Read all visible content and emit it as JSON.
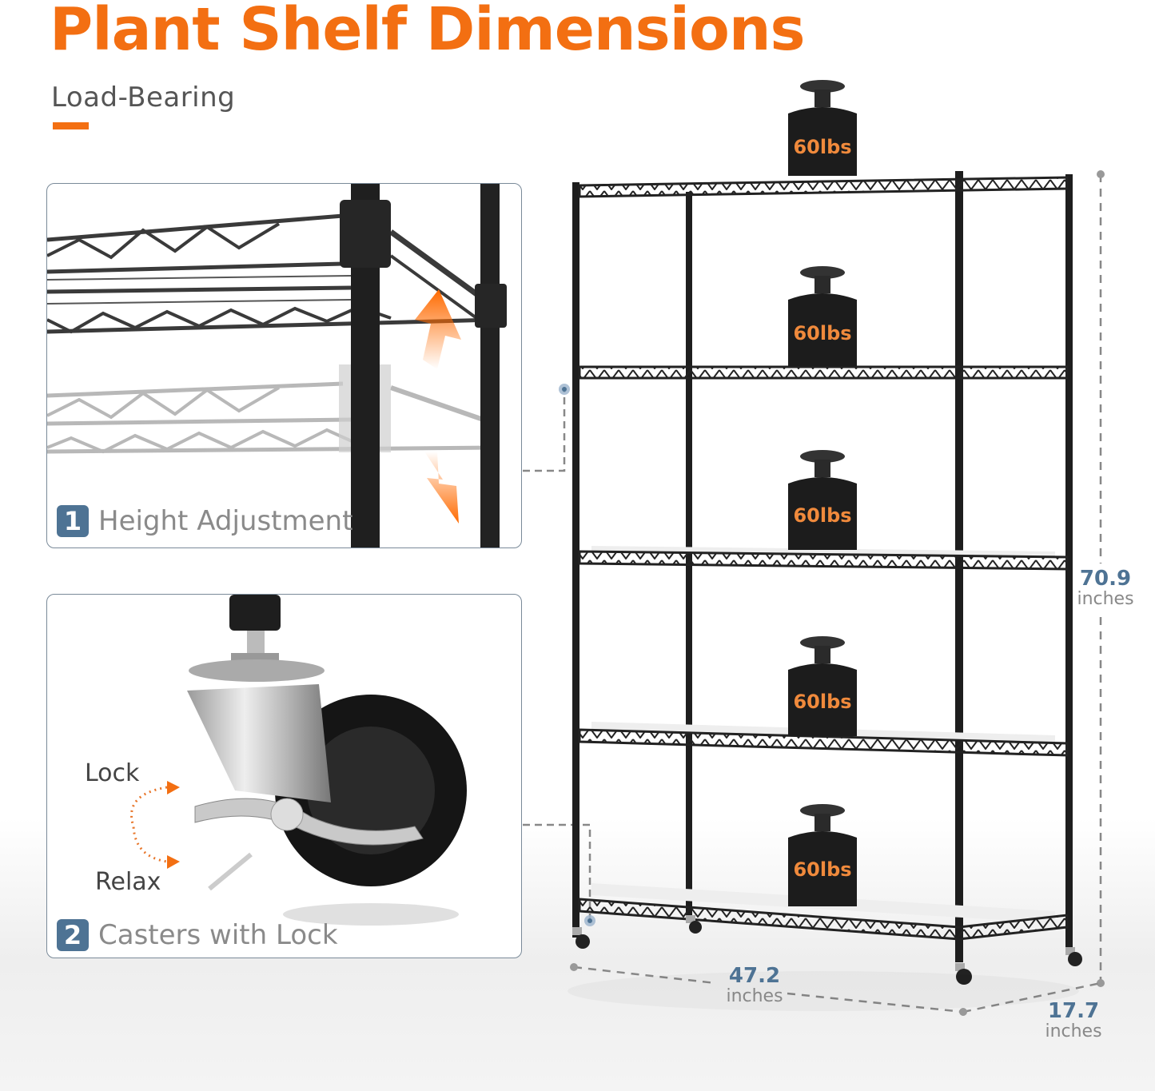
{
  "header": {
    "title": "Plant Shelf Dimensions",
    "subtitle": "Load-Bearing"
  },
  "features": [
    {
      "number": "1",
      "label": "Height Adjustment"
    },
    {
      "number": "2",
      "label": "Casters with Lock",
      "annotations": {
        "lock": "Lock",
        "relax": "Relax"
      }
    }
  ],
  "shelf": {
    "tiers": 5,
    "weights": [
      "60lbs",
      "60lbs",
      "60lbs",
      "60lbs",
      "60lbs"
    ]
  },
  "dimensions": {
    "height": {
      "value": "70.9",
      "unit": "inches"
    },
    "width": {
      "value": "47.2",
      "unit": "inches"
    },
    "depth": {
      "value": "17.7",
      "unit": "inches"
    }
  },
  "colors": {
    "accent": "#f36f12",
    "badge": "#4e7394",
    "frame": "#1e1e1e"
  }
}
